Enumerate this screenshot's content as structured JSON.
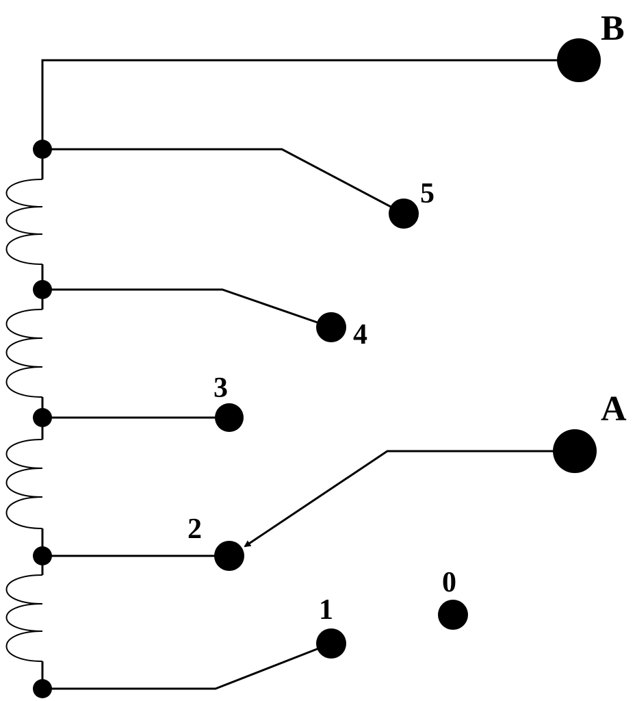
{
  "labels": {
    "b": "B",
    "a": "A",
    "t0": "0",
    "t1": "1",
    "t2": "2",
    "t3": "3",
    "t4": "4",
    "t5": "5"
  },
  "colors": {
    "stroke": "#000000",
    "background": "#ffffff"
  }
}
